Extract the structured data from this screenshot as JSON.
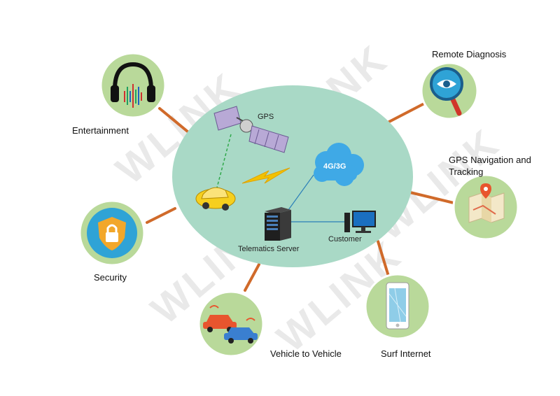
{
  "watermark": "WLINK",
  "center": {
    "gps_label": "GPS",
    "network_label": "4G/3G",
    "server_label": "Telematics Server",
    "customer_label": "Customer"
  },
  "features": [
    {
      "label": "Entertainment",
      "icon": "headphones-icon"
    },
    {
      "label": "Security",
      "icon": "shield-lock-icon"
    },
    {
      "label": "Vehicle to Vehicle",
      "icon": "cars-icon"
    },
    {
      "label": "Surf Internet",
      "icon": "smartphone-icon"
    },
    {
      "label": "GPS Navigation and",
      "label2": "Tracking",
      "icon": "map-pin-icon"
    },
    {
      "label": "Remote Diagnosis",
      "icon": "magnifier-eye-icon"
    }
  ],
  "colors": {
    "hub": "#a9d9c6",
    "feature_circle": "#b9d99a",
    "feature_ring": "#ffffff",
    "connector": "#d06a2a",
    "cloud": "#3fa9e6"
  }
}
